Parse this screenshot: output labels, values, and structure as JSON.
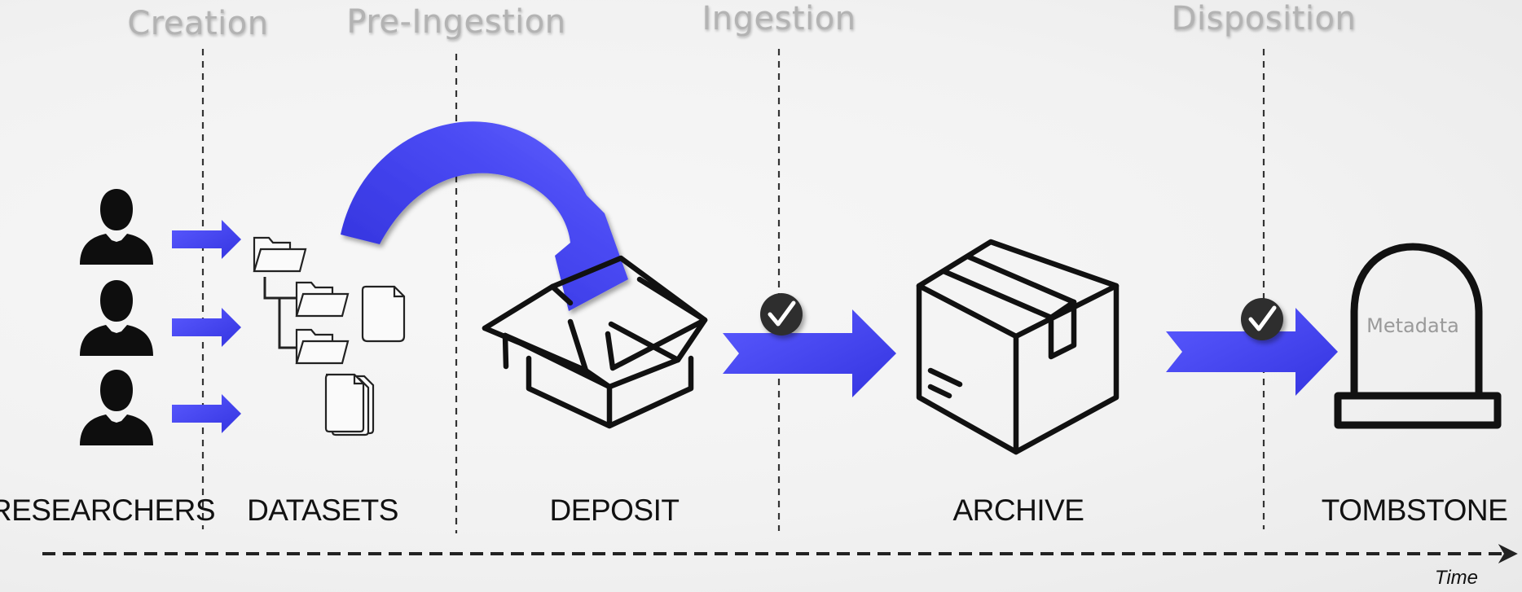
{
  "phases": {
    "creation": "Creation",
    "pre_ingestion": "Pre-Ingestion",
    "ingestion": "Ingestion",
    "disposition": "Disposition"
  },
  "stages": {
    "researchers": "RESEARCHERS",
    "datasets": "DATASETS",
    "deposit": "DEPOSIT",
    "archive": "ARCHIVE",
    "tombstone": "TOMBSTONE"
  },
  "tombstone_text": "Metadata",
  "time_axis_label": "Time",
  "colors": {
    "arrow_blue": "#4b4bf5",
    "arrow_blue_dark": "#2a2ad6",
    "icon_black": "#111111",
    "phase_gray": "#b3b3b3",
    "checkmark_badge": "#2e2e2e"
  },
  "icons": {
    "researcher": "person-silhouette-icon",
    "folder": "folder-icon",
    "file": "file-icon",
    "files_stack": "files-stack-icon",
    "open_box": "open-box-icon",
    "closed_box": "closed-box-icon",
    "tombstone": "tombstone-icon",
    "check": "checkmark-badge-icon"
  }
}
